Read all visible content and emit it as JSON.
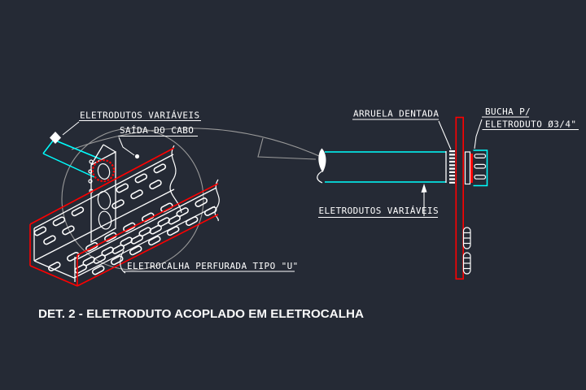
{
  "window": {
    "background": "#252a35"
  },
  "colors": {
    "line_red": "#ff0000",
    "line_cyan": "#00ffff",
    "line_white": "#ffffff",
    "line_gray": "#9a9a9a"
  },
  "callouts": {
    "conduits_left": "ELETRODUTOS VARIÁVEIS",
    "cable_outlet": "SAÍDA DO CABO",
    "toothed_washer": "ARRUELA DENTADA",
    "bushing_line1": "BUCHA P/",
    "bushing_line2": "ELETRODUTO Ø3/4\"",
    "conduits_right": "ELETRODUTOS VARIÁVEIS",
    "cable_tray": "ELETROCALHA PERFURADA TIPO \"U\""
  },
  "title": "DET. 2 - ELETRODUTO ACOPLADO EM ELETROCALHA"
}
